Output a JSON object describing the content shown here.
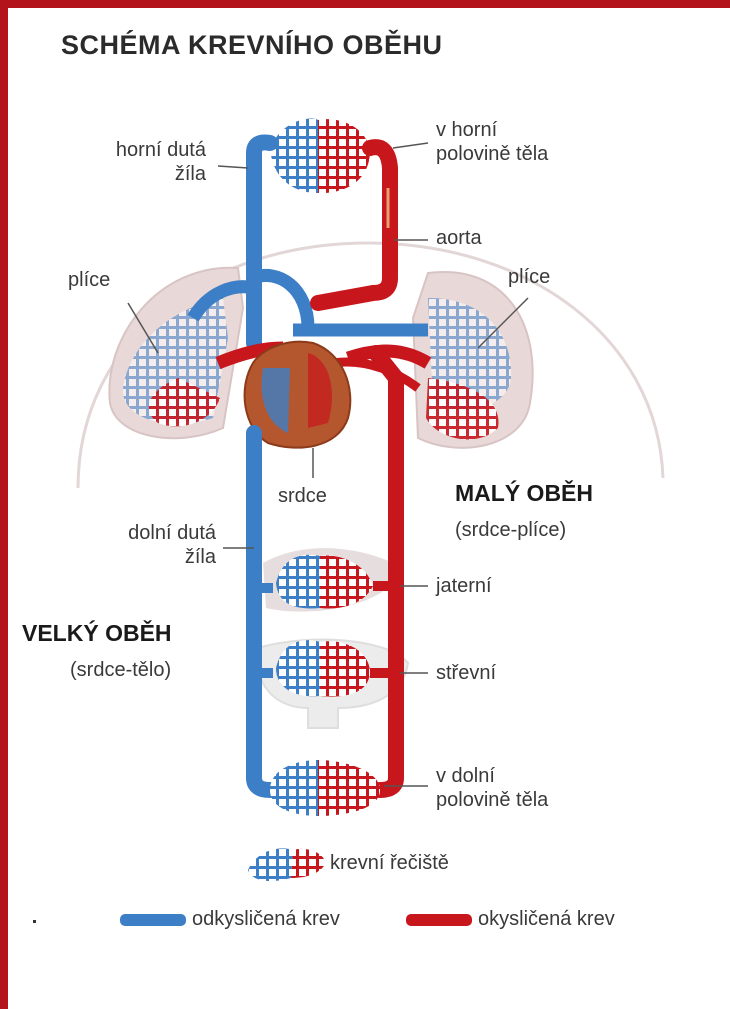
{
  "title": "SCHÉMA KREVNÍHO OBĚHU",
  "labels": {
    "horni_duta_zila": "horní dutá\nžíla",
    "v_horni_polovine_tela": "v horní\npolovině těla",
    "aorta": "aorta",
    "plice_left": "plíce",
    "plice_right": "plíce",
    "srdce": "srdce",
    "maly_obeh": "MALÝ OBĚH",
    "maly_obeh_sub": "(srdce-plíce)",
    "dolni_duta_zila": "dolní dutá\nžíla",
    "jaterni": "jaterní",
    "velky_obeh": "VELKÝ OBĚH",
    "velky_obeh_sub": "(srdce-tělo)",
    "strevni": "střevní",
    "v_dolni_polovine_tela": "v dolní\npolovině těla"
  },
  "legend": {
    "capillary": "krevní řečiště",
    "deoxygenated": "odkysličená krev",
    "oxygenated": "okysličená krev"
  },
  "colors": {
    "frame": "#b3141b",
    "deoxygenated": "#3d7fc7",
    "oxygenated": "#c8161d",
    "lung_fill": "#e9d8d8",
    "heart": "#b4572e"
  }
}
